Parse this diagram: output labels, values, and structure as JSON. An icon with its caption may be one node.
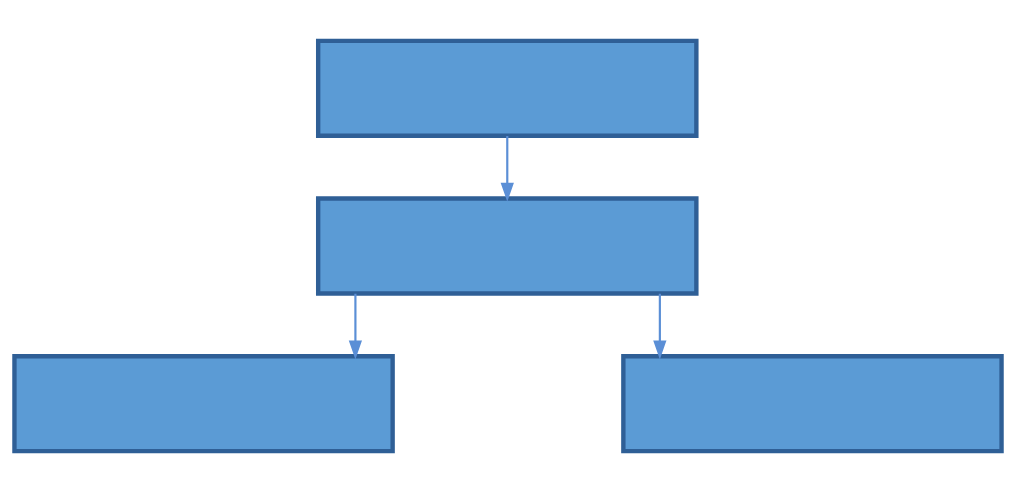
{
  "diagram": {
    "nodes": [
      {
        "text": [],
        "shape": "box"
      },
      {
        "text": [],
        "shape": "box"
      },
      {
        "text": [],
        "shape": "box"
      },
      {
        "text": [],
        "shape": "box"
      }
    ],
    "edges": [
      {
        "from": 0,
        "to": 1,
        "arrow": "to"
      },
      {
        "from": 1,
        "to": 2,
        "arrow": "to"
      },
      {
        "from": 1,
        "to": 3,
        "arrow": "to"
      }
    ]
  }
}
